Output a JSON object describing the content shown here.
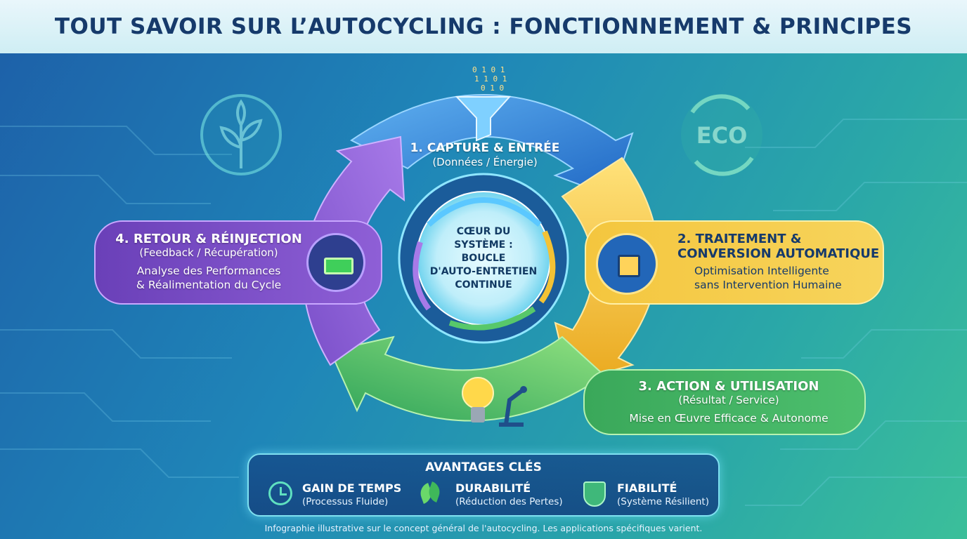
{
  "header": {
    "title": "TOUT SAVOIR SUR L’AUTOCYCLING : FONCTIONNEMENT & PRINCIPES"
  },
  "decor": {
    "eco_label": "ECO",
    "binary_1": "0 1 0 1",
    "binary_2": "1 1 0 1",
    "binary_3": "0 1 0"
  },
  "steps": [
    {
      "title": "1. CAPTURE & ENTRÉE",
      "subtitle": "(Données / Énergie)",
      "icon": "funnel-icon",
      "color": "#2f7fd6"
    },
    {
      "title_1": "2. TRAITEMENT &",
      "title_2": "CONVERSION AUTOMATIQUE",
      "desc_1": "Optimisation Intelligente",
      "desc_2": "sans Intervention Humaine",
      "icon": "gear-chip-icon",
      "color": "#f3c235"
    },
    {
      "title": "3. ACTION & UTILISATION",
      "subtitle": "(Résultat / Service)",
      "desc": "Mise en Œuvre Efficace & Autonome",
      "icon": "lightbulb-robot-arm-icon",
      "color": "#45b667"
    },
    {
      "title": "4. RETOUR & RÉINJECTION",
      "subtitle": "(Feedback / Récupération)",
      "desc_1": "Analyse des Performances",
      "desc_2": "& Réalimentation du Cycle",
      "icon": "battery-cycle-icon",
      "color": "#8e5fd6"
    }
  ],
  "core": {
    "line_1": "CŒUR DU",
    "line_2": "SYSTÈME :",
    "line_3": "BOUCLE",
    "line_4": "D'AUTO-ENTRETIEN",
    "line_5": "CONTINUE"
  },
  "advantages": {
    "title": "AVANTAGES CLÉS",
    "items": [
      {
        "label": "GAIN DE TEMPS",
        "sub": "(Processus Fluide)",
        "icon": "clock-icon"
      },
      {
        "label": "DURABILITÉ",
        "sub": "(Réduction des Pertes)",
        "icon": "leaves-icon"
      },
      {
        "label": "FIABILITÉ",
        "sub": "(Système Résilient)",
        "icon": "shield-icon"
      }
    ]
  },
  "footer": {
    "note": "Infographie illustrative sur le concept général de l'autocycling. Les applications spécifiques varient."
  }
}
